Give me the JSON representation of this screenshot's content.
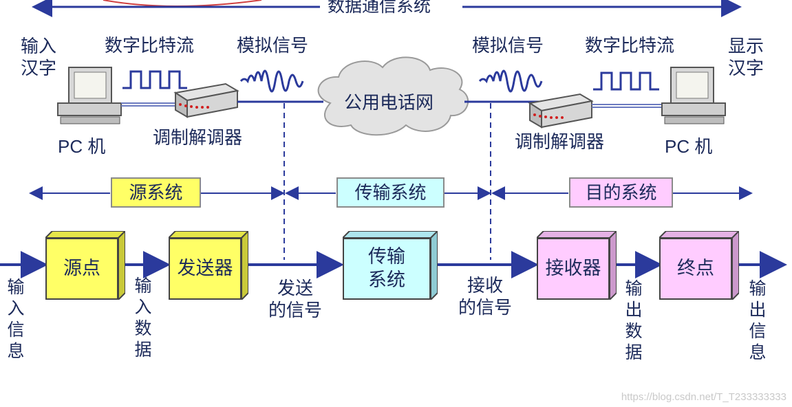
{
  "title": "数据通信系统",
  "top": {
    "left_input": "输入\n汉字",
    "right_output": "显示\n汉字",
    "digital_stream_left": "数字比特流",
    "digital_stream_right": "数字比特流",
    "analog_left": "模拟信号",
    "analog_right": "模拟信号",
    "modem_left": "调制解调器",
    "modem_right": "调制解调器",
    "pc_left": "PC 机",
    "pc_right": "PC 机",
    "network": "公用电话网"
  },
  "systems": {
    "source": "源系统",
    "transmission": "传输系统",
    "destination": "目的系统"
  },
  "flow": {
    "source_node": "源点",
    "transmitter": "发送器",
    "transmission_system": "传输\n系统",
    "receiver": "接收器",
    "destination_node": "终点",
    "input_info": "输入信息",
    "input_data": "输入数据",
    "sent_signal": "发送\n的信号",
    "received_signal": "接收\n的信号",
    "output_data": "输出数据",
    "output_info": "输出信息"
  },
  "colors": {
    "arrow": "#2b3a9c",
    "yellow": "#ffff66",
    "cyan": "#ccffff",
    "pink": "#ffccff",
    "text": "#1c2a5a"
  },
  "watermark": "https://blog.csdn.net/T_T233333333"
}
